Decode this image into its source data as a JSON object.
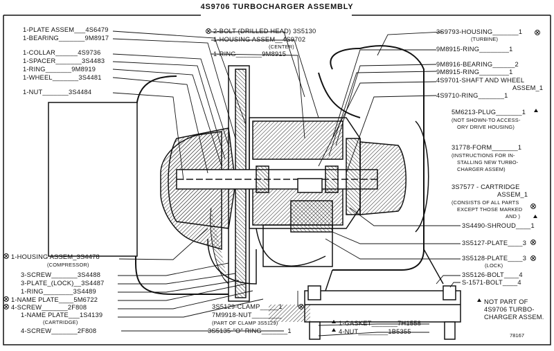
{
  "title": "4S9706 TURBOCHARGER ASSEMBLY",
  "figure_number": "78167",
  "left_labels": {
    "plate_assem": "1-PLATE ASSEM___4S6479",
    "bearing": "1-BEARING_______9M8917",
    "collar": "1-COLLAR______4S9736",
    "spacer": "1-SPACER_______3S4483",
    "ring": "1-RING_______9M8919",
    "wheel": "1-WHEEL_______3S4481",
    "nut": "1-NUT_______3S4484",
    "housing_assem": "1-HOUSING ASSEM_3S4478",
    "housing_assem_sub": "(COMPRESSOR)",
    "screw3": "3-SCREW_______3S4488",
    "plate_lock": "3-PLATE_(LOCK)__3S4487",
    "ring2": "1-RING________3S4489",
    "name_plate": "1-NAME PLATE____5M6722",
    "screw4": "4-SCREW_______2F808",
    "name_plate2": "1-NAME PLATE___1S4139",
    "name_plate2_sub": "(CARTRIDGE)",
    "screw4b": "4-SCREW_______2F808"
  },
  "center_labels": {
    "bolt": "2-BOLT (DRILLED HEAD) 3S5130",
    "housing_center": "1-HOUSING ASSEM__4S9702",
    "housing_center_sub": "(CENTER)",
    "ring_center": "1-RING_______9M8915",
    "clamp": "3S5129-CLAMP_____1",
    "nut_clamp": "7M9918-NUT________",
    "nut_clamp_sub": "(PART OF CLAMP 3S5129)",
    "o_ring": "3S5135-\"O\" RING_______1"
  },
  "right_labels": {
    "housing_turbine": "3S9793-HOUSING_______1",
    "housing_turbine_sub": "(TURBINE)",
    "ring_r1": "9M8915-RING________1",
    "bearing_r": "9M8916-BEARING______2",
    "ring_r2": "9M8915-RING________1",
    "shaft_wheel": "4S9701-SHAFT AND WHEEL",
    "shaft_wheel_2": "ASSEM_1",
    "ring_r3": "4S9710-RING_______1",
    "plug": "5M6213-PLUG_______1",
    "plug_note_1": "(NOT SHOWN-TO ACCESS-",
    "plug_note_2": "ORY DRIVE HOUSING)",
    "form": "31778-FORM_______1",
    "form_note_1": "(INSTRUCTIONS FOR IN-",
    "form_note_2": "STALLING NEW TURBO-",
    "form_note_3": "CHARGER ASSEM)",
    "cartridge": "3S7577 - CARTRIDGE",
    "cartridge_2": "ASSEM_1",
    "cartridge_note_1": "(CONSISTS OF ALL PARTS",
    "cartridge_note_2": "EXCEPT THOSE MARKED",
    "cartridge_note_3": "AND )",
    "shroud": "3S4490-SHROUD____1",
    "plate_r": "3S5127-PLATE____3",
    "plate_lock_r": "3S5128-PLATE____3",
    "plate_lock_r_sub": "(LOCK)",
    "bolt_r": "3S5126-BOLT____4",
    "bolt_r2": "S-1571-BOLT____4",
    "gasket": "1-GASKET_______7H1558",
    "nut_r": "4-NUT________1B5355",
    "not_part_1": "NOT PART OF",
    "not_part_2": "4S9706 TURBO-",
    "not_part_3": "CHARGER ASSEM."
  }
}
